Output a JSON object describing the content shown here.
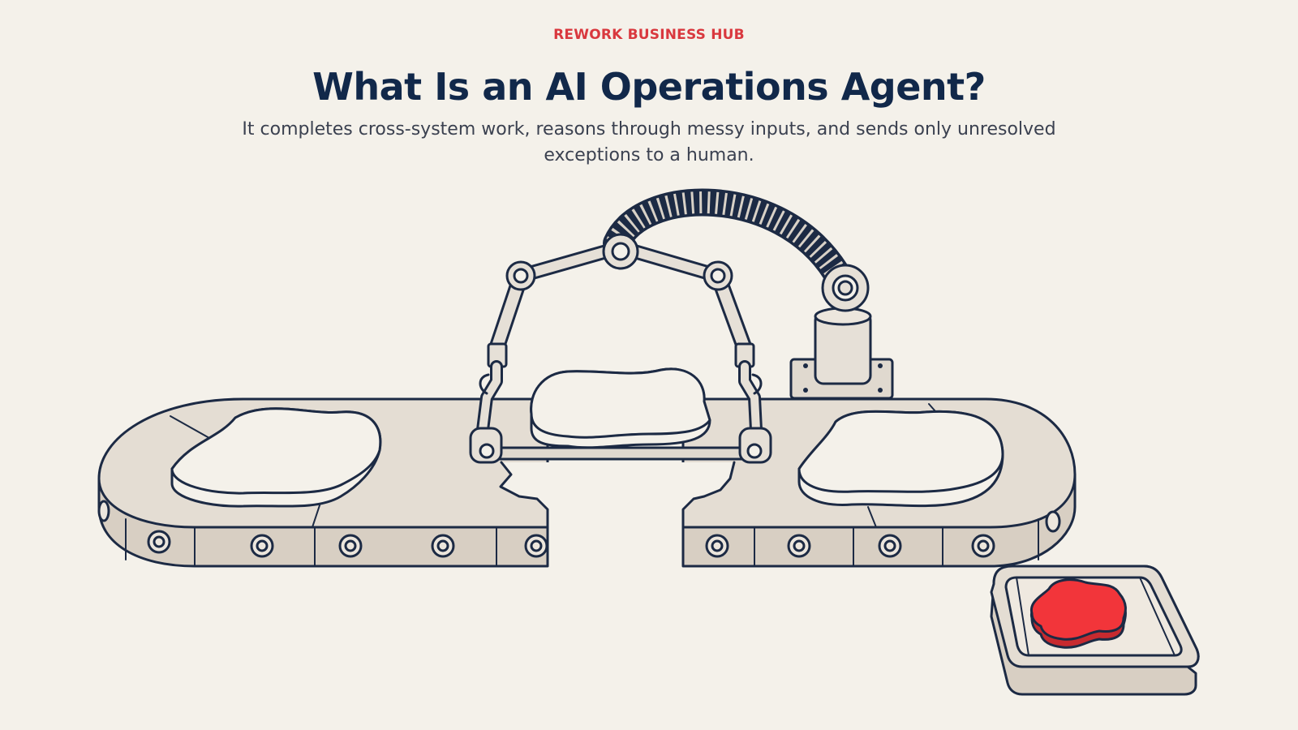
{
  "header": {
    "brand": "REWORK BUSINESS HUB",
    "title": "What Is an AI Operations Agent?",
    "subtitle": "It completes cross-system work, reasons through messy inputs, and sends only unresolved exceptions to a human."
  },
  "colors": {
    "background": "#f4f1ea",
    "accent": "#d9383e",
    "title": "#11284a",
    "outline": "#1c2a44",
    "belt": "#e4ddd3",
    "belt_side": "#d8cfc3",
    "exception_item": "#f2353a"
  },
  "illustration": {
    "icons": [
      "conveyor-belt",
      "robotic-arm",
      "hose-arm",
      "exception-tray"
    ]
  }
}
